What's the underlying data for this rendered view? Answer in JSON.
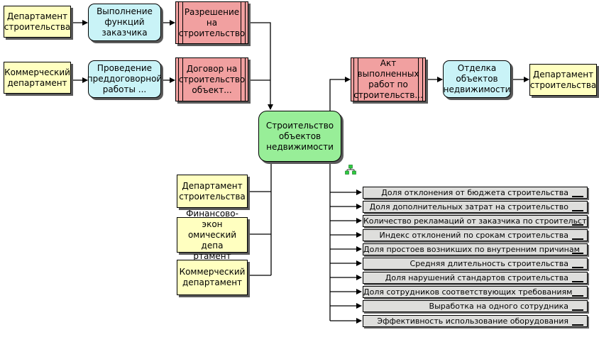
{
  "diagram": {
    "org_units": {
      "top_left": "Департамент строительства",
      "mid_left": "Коммерческий департамент",
      "right": "Департамент строительства",
      "bottom_1": "Департамент строительства",
      "bottom_2": "Финансово-экон омический депа ртамент",
      "bottom_3": "Коммерческий департамент"
    },
    "functions": {
      "customer": "Выполнение функций заказчика",
      "pre_contract": "Проведение преддоговорной работы ...",
      "finishing": "Отделка объектов недвижимости"
    },
    "documents": {
      "permit": "Разрешение на строительство",
      "contract": "Договор на строительство объект...",
      "act": "Акт выполненных работ по строительств..."
    },
    "main_process": "Строительство объектов недвижимости",
    "kpis": [
      "Доля отклонения от бюджета строительства",
      "Доля дополнительных затрат на строительство",
      "Количество рекламаций от заказчика по строительству",
      "Индекс отклонений по срокам строительства",
      "Доля простоев возникших по внутренним причинам",
      "Средняя длительность строительства",
      "Доля нарушений стандартов строительства",
      "Доля сотрудников соответствующих требованиям",
      "Выработка на одного сотрудника",
      "Эффективность использование оборудования"
    ],
    "colors": {
      "org_fill": "#ffffc0",
      "function_fill": "#c9f3f7",
      "document_fill": "#f1a0a0",
      "main_fill": "#98ee98",
      "kpi_fill": "#dededc",
      "tree_icon": "#2ecc40"
    },
    "icons": {
      "hierarchy": "tree-icon"
    }
  }
}
